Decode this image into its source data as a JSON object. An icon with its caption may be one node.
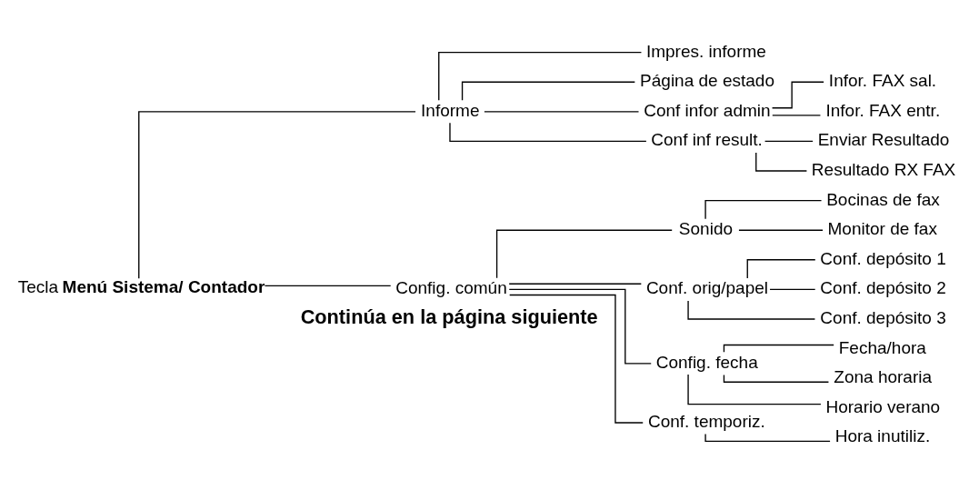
{
  "diagram": {
    "nodes": [
      {
        "text": [
          "Tecla **Menú Sistema/ Contador**"
        ]
      },
      {
        "text": [
          "Informe"
        ]
      },
      {
        "text": [
          "Impres. informe"
        ]
      },
      {
        "text": [
          "Página de estado"
        ]
      },
      {
        "text": [
          "Conf infor admin"
        ]
      },
      {
        "text": [
          "Infor. FAX sal."
        ]
      },
      {
        "text": [
          "Infor. FAX entr."
        ]
      },
      {
        "text": [
          "Conf inf result."
        ]
      },
      {
        "text": [
          "Enviar Resultado"
        ]
      },
      {
        "text": [
          "Resultado RX FAX"
        ]
      },
      {
        "text": [
          "Config. común"
        ]
      },
      {
        "text": [
          "Sonido"
        ]
      },
      {
        "text": [
          "Bocinas de fax"
        ]
      },
      {
        "text": [
          "Monitor de fax"
        ]
      },
      {
        "text": [
          "Conf. orig/papel"
        ]
      },
      {
        "text": [
          "Conf. depósito 1"
        ]
      },
      {
        "text": [
          "Conf. depósito 2"
        ]
      },
      {
        "text": [
          "Conf. depósito 3"
        ]
      },
      {
        "text": [
          "Config. fecha"
        ]
      },
      {
        "text": [
          "Fecha/hora"
        ]
      },
      {
        "text": [
          "Zona horaria"
        ]
      },
      {
        "text": [
          "Horario verano"
        ]
      },
      {
        "text": [
          "Conf. temporiz."
        ]
      },
      {
        "text": [
          "Hora inutiliz."
        ]
      }
    ],
    "edges": [
      {
        "from": 0,
        "to": 1,
        "arrow": "none"
      },
      {
        "from": 0,
        "to": 10,
        "arrow": "none"
      },
      {
        "from": 1,
        "to": 2,
        "arrow": "none"
      },
      {
        "from": 1,
        "to": 3,
        "arrow": "none"
      },
      {
        "from": 1,
        "to": 4,
        "arrow": "none"
      },
      {
        "from": 1,
        "to": 7,
        "arrow": "none"
      },
      {
        "from": 4,
        "to": 5,
        "arrow": "none"
      },
      {
        "from": 4,
        "to": 6,
        "arrow": "none"
      },
      {
        "from": 7,
        "to": 8,
        "arrow": "none"
      },
      {
        "from": 7,
        "to": 9,
        "arrow": "none"
      },
      {
        "from": 10,
        "to": 11,
        "arrow": "none"
      },
      {
        "from": 10,
        "to": 14,
        "arrow": "none"
      },
      {
        "from": 10,
        "to": 18,
        "arrow": "none"
      },
      {
        "from": 10,
        "to": 22,
        "arrow": "none"
      },
      {
        "from": 11,
        "to": 12,
        "arrow": "none"
      },
      {
        "from": 11,
        "to": 13,
        "arrow": "none"
      },
      {
        "from": 14,
        "to": 15,
        "arrow": "none"
      },
      {
        "from": 14,
        "to": 16,
        "arrow": "none"
      },
      {
        "from": 14,
        "to": 17,
        "arrow": "none"
      },
      {
        "from": 18,
        "to": 19,
        "arrow": "none"
      },
      {
        "from": 18,
        "to": 20,
        "arrow": "none"
      },
      {
        "from": 18,
        "to": 21,
        "arrow": "none"
      },
      {
        "from": 22,
        "to": 23,
        "arrow": "none"
      }
    ],
    "labels": [
      "Continúa en la página siguiente"
    ]
  }
}
